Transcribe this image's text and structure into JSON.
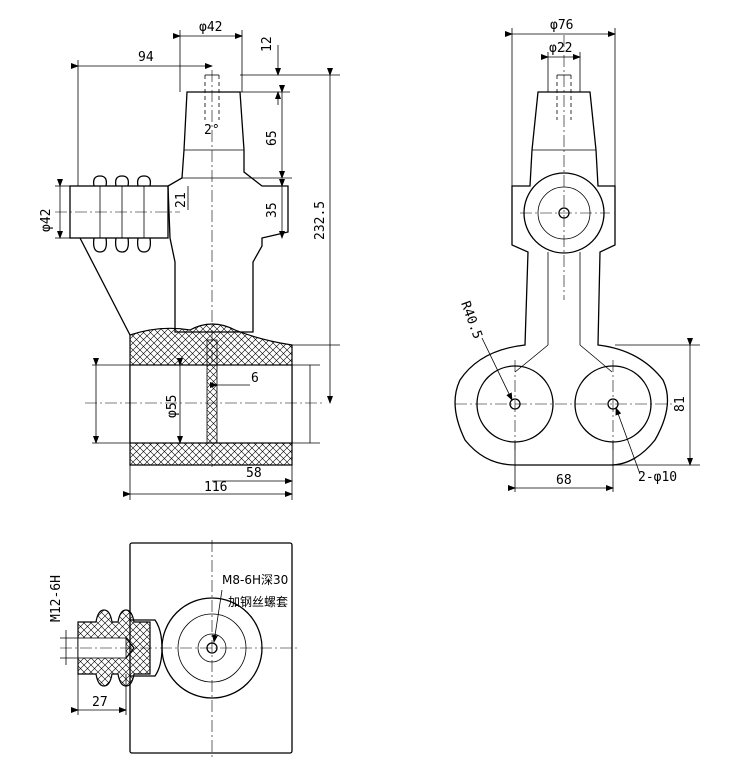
{
  "front_view": {
    "dims": {
      "phi42_top": "φ42",
      "d12": "12",
      "d94": "94",
      "angle": "2°",
      "d65": "65",
      "d35": "35",
      "d21": "21",
      "d232": "232.5",
      "phi42_side": "φ42",
      "d6": "6",
      "phi55": "φ55",
      "d58": "58",
      "d116": "116"
    }
  },
  "side_view": {
    "dims": {
      "phi76": "φ76",
      "phi22": "φ22",
      "r40": "R40.5",
      "d81": "81",
      "d68": "68",
      "holes": "2-φ10"
    }
  },
  "top_view": {
    "dims": {
      "m12": "M12-6H",
      "d27": "27"
    },
    "notes": {
      "thread": "M8-6H深30",
      "insert": "加钢丝螺套"
    }
  }
}
